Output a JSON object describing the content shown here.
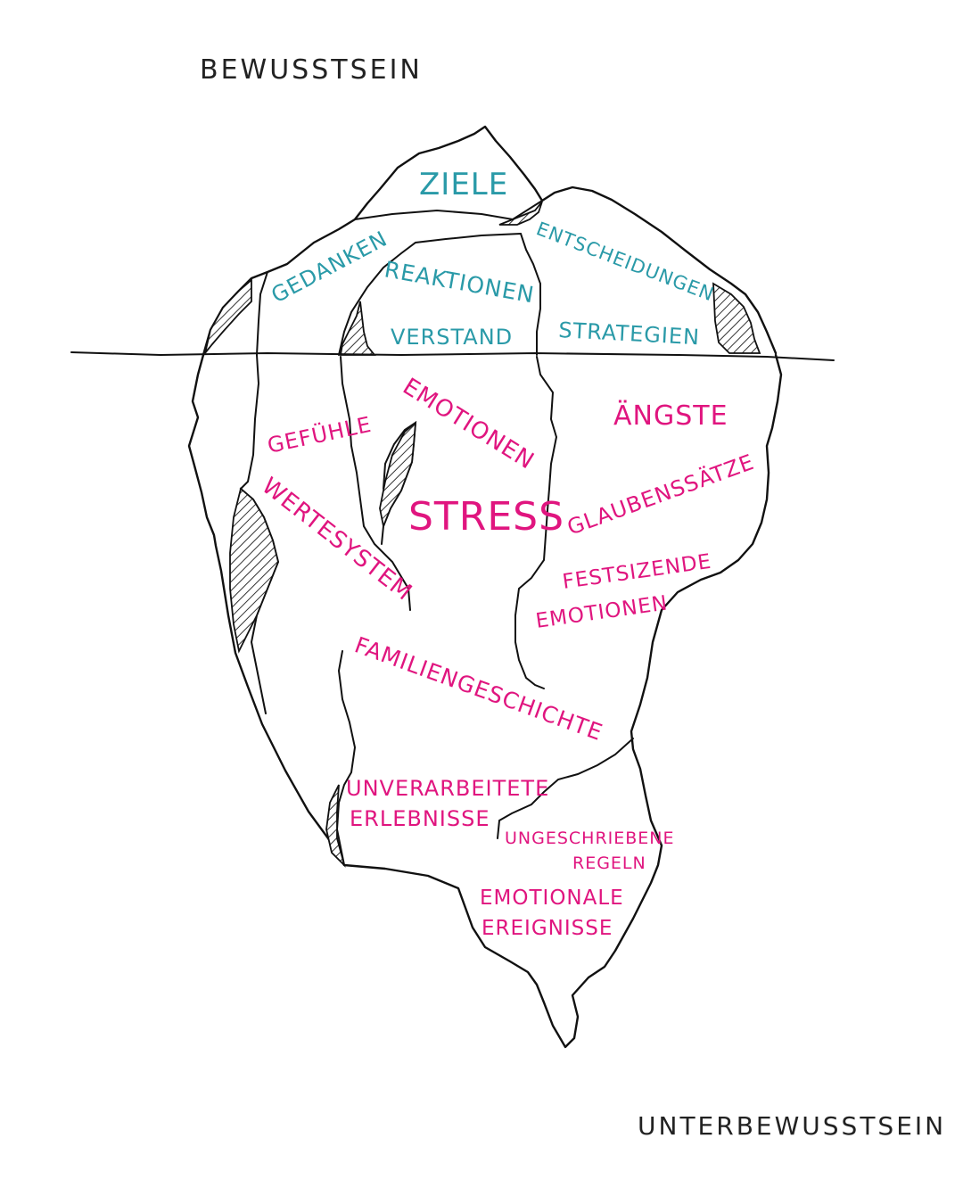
{
  "labels": {
    "conscious": "BEWUSSTSEIN",
    "subconscious": "UNTERBEWUSSTSEIN"
  },
  "above_water": {
    "ziele": "ZIELE",
    "entscheidungen": "ENTSCHEIDUNGEN",
    "gedanken": "GEDANKEN",
    "reaktionen": "REAKTIONEN",
    "verstand": "VERSTAND",
    "strategien": "STRATEGIEN"
  },
  "below_water": {
    "emotionen": "EMOTIONEN",
    "aengste": "ÄNGSTE",
    "gefuehle": "GEFÜHLE",
    "wertesystem": "WERTESYSTEM",
    "stress": "STRESS",
    "glaubenssaetze": "GLAUBENSSÄTZE",
    "festsizende": "FESTSIZENDE",
    "festsizende_emotionen": "EMOTIONEN",
    "familiengeschichte": "FAMILIENGESCHICHTE",
    "unverarbeitete": "UNVERARBEITETE",
    "erlebnisse": "ERLEBNISSE",
    "ungeschriebene": "UNGESCHRIEBENE",
    "regeln": "REGELN",
    "emotionale": "EMOTIONALE",
    "ereignisse": "EREIGNISSE"
  },
  "colors": {
    "above_text": "#2a9aa8",
    "below_text": "#e0157f",
    "ink": "#111111"
  }
}
